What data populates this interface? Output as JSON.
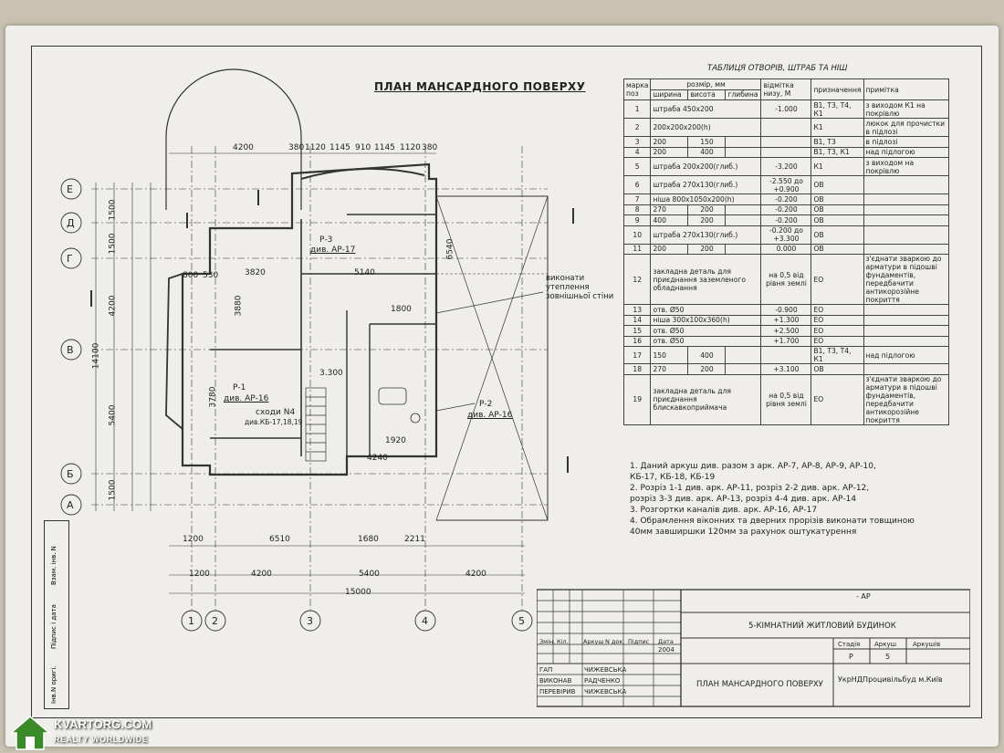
{
  "plan": {
    "title": "ПЛАН МАНСАРДНОГО ПОВЕРХУ",
    "label_facade": "виконати утеплення зовнішньої стіни",
    "row_axes": [
      "Е",
      "Д",
      "Г",
      "В",
      "Б",
      "А"
    ],
    "col_axes": [
      "1",
      "2",
      "3",
      "4",
      "5"
    ],
    "top_dims": [
      "4200",
      "380",
      "1120",
      "1145",
      "910",
      "1145",
      "1120",
      "380"
    ],
    "bottom_dims1": [
      "1200",
      "6510",
      "1680",
      "2211"
    ],
    "bottom_dims2": [
      "1200",
      "4200",
      "5400",
      "4200"
    ],
    "total_width": "15000",
    "left_dims": [
      "1500",
      "1500",
      "4200",
      "5400",
      "1500",
      "14100"
    ],
    "room_labels": [
      "Р-3",
      "див. АР-17",
      "Р-1",
      "див. АР-16",
      "сходи N4",
      "див.КБ-17,18,19",
      "Р-2",
      "див. АР-16",
      "3.300"
    ],
    "inner_dims": [
      "3820",
      "5140",
      "3880",
      "3780",
      "4240",
      "1920",
      "1800",
      "6540",
      "800",
      "530"
    ]
  },
  "table": {
    "title": "ТАБЛИЦЯ ОТВОРІВ, ШТРАБ ТА НІШ",
    "headers": {
      "col1": "марка поз",
      "col2": "розмір, мм",
      "col2a": "ширина",
      "col2b": "висота",
      "col2c": "глибина",
      "col3": "відмітка низу, М",
      "col4": "призначення",
      "col5": "примітка"
    },
    "rows": [
      {
        "n": "1",
        "size": "штраба 450х200",
        "h": "",
        "d": "",
        "level": "-1.000",
        "purpose": "В1, Т3, Т4, К1",
        "note": "з виходом К1 на покрівлю"
      },
      {
        "n": "2",
        "size": "200х200х200(h)",
        "h": "",
        "d": "",
        "level": "",
        "purpose": "К1",
        "note": "люкок для прочистки в підлозі"
      },
      {
        "n": "3",
        "size": "200",
        "h": "150",
        "d": "",
        "level": "",
        "purpose": "В1, Т3",
        "note": "в підлозі"
      },
      {
        "n": "4",
        "size": "200",
        "h": "400",
        "d": "",
        "level": "",
        "purpose": "В1, Т3, К1",
        "note": "над підлогою"
      },
      {
        "n": "5",
        "size": "штраба 200х200(глиб.)",
        "h": "",
        "d": "",
        "level": "-3.200",
        "purpose": "К1",
        "note": "з виходом на покрівлю"
      },
      {
        "n": "6",
        "size": "штраба 270х130(глиб.)",
        "h": "",
        "d": "",
        "level": "-2.550 до +0.900",
        "purpose": "ОВ",
        "note": ""
      },
      {
        "n": "7",
        "size": "ніша 800х1050х200(h)",
        "h": "",
        "d": "",
        "level": "-0.200",
        "purpose": "ОВ",
        "note": ""
      },
      {
        "n": "8",
        "size": "270",
        "h": "200",
        "d": "",
        "level": "-0.200",
        "purpose": "ОВ",
        "note": ""
      },
      {
        "n": "9",
        "size": "400",
        "h": "200",
        "d": "",
        "level": "-0.200",
        "purpose": "ОВ",
        "note": ""
      },
      {
        "n": "10",
        "size": "штраба 270х130(глиб.)",
        "h": "",
        "d": "",
        "level": "-0.200 до +3.300",
        "purpose": "ОВ",
        "note": ""
      },
      {
        "n": "11",
        "size": "200",
        "h": "200",
        "d": "",
        "level": "0.000",
        "purpose": "ОВ",
        "note": ""
      },
      {
        "n": "12",
        "size": "закладна деталь для приєднання заземленого обладнання",
        "h": "",
        "d": "",
        "level": "на 0,5 від рівня землі",
        "purpose": "ЕО",
        "note": "з'єднати зваркою до арматури в підошві фундаментів, передбачити антикорозійне покриття"
      },
      {
        "n": "13",
        "size": "отв. Ø50",
        "h": "",
        "d": "",
        "level": "-0.900",
        "purpose": "ЕО",
        "note": ""
      },
      {
        "n": "14",
        "size": "ніша 300х100х360(h)",
        "h": "",
        "d": "",
        "level": "+1.300",
        "purpose": "ЕО",
        "note": ""
      },
      {
        "n": "15",
        "size": "отв. Ø50",
        "h": "",
        "d": "",
        "level": "+2.500",
        "purpose": "ЕО",
        "note": ""
      },
      {
        "n": "16",
        "size": "отв. Ø50",
        "h": "",
        "d": "",
        "level": "+1.700",
        "purpose": "ЕО",
        "note": ""
      },
      {
        "n": "17",
        "size": "150",
        "h": "400",
        "d": "",
        "level": "",
        "purpose": "В1, Т3, Т4, К1",
        "note": "над підлогою"
      },
      {
        "n": "18",
        "size": "270",
        "h": "200",
        "d": "",
        "level": "+3.100",
        "purpose": "ОВ",
        "note": ""
      },
      {
        "n": "19",
        "size": "закладна деталь для приєднання блискавкоприймача",
        "h": "",
        "d": "",
        "level": "на 0,5 від рівня землі",
        "purpose": "ЕО",
        "note": "з'єднати зваркою до арматури в підошві фундаментів, передбачити антикорозійне покриття"
      }
    ]
  },
  "notes": [
    "1. Даний аркуш див. разом з арк. АР-7, АР-8, АР-9, АР-10,",
    "    КБ-17, КБ-18, КБ-19",
    "2. Розріз 1-1 див.  арк. АР-11, розріз 2-2 див. арк. АР-12,",
    "    розріз 3-3 див. арк. АР-13, розріз 4-4 див. арк. АР-14",
    "3. Розгортки каналів див. арк. АР-16, АР-17",
    "4. Обрамлення віконних та дверних прорізів виконати товщиною",
    "    40мм завширшки 120мм за рахунок оштукатурення"
  ],
  "stamp": {
    "code": "- АР",
    "project": "5-КІМНАТНИЙ ЖИТЛОВИЙ БУДИНОК",
    "sheet_title": "ПЛАН МАНСАРДНОГО ПОВЕРХУ",
    "headers": [
      "Змін.",
      "Кіл.",
      "Аркуш",
      "N док.",
      "Підпис",
      "Дата"
    ],
    "date": "2004",
    "roles": [
      {
        "role": "ГАП",
        "name": "ЧИЖЕВСЬКА"
      },
      {
        "role": "ВИКОНАВ",
        "name": "РАДЧЕНКО"
      },
      {
        "role": "ПЕРЕВІРИВ",
        "name": "ЧИЖЕВСЬКА"
      }
    ],
    "stage_hdr": "Стадія",
    "sheet_hdr": "Аркуш",
    "sheets_hdr": "Аркушів",
    "stage": "Р",
    "sheet": "5",
    "org": "УкрНДПроцивільбуд м.Київ"
  },
  "side": [
    "Взам. інв. N",
    "Підпис і дата",
    "Інв.N оригі."
  ],
  "watermark": {
    "line1": "KVARTORG.COM",
    "line2": "REALTY WORLDWIDE"
  }
}
